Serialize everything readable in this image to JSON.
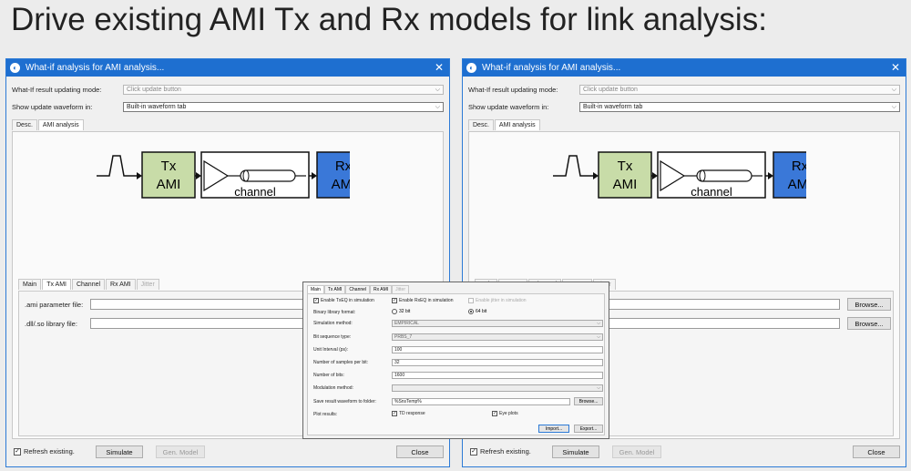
{
  "slide_title": "Drive existing AMI Tx and Rx models for link analysis:",
  "dialog": {
    "title": "What-if analysis for AMI analysis...",
    "mode_label": "What-If result updating mode:",
    "mode_value": "Click update button",
    "show_label": "Show update waveform in:",
    "show_value": "Built-in waveform tab",
    "top_tabs": [
      "Desc.",
      "AMI analysis"
    ],
    "diagram": {
      "tx_line1": "Tx",
      "tx_line2": "AMI",
      "channel": "channel",
      "rx_line1": "Rx",
      "rx_line2": "AMI"
    },
    "inner_tabs": [
      "Main",
      "Tx AMI",
      "Channel",
      "Rx AMI",
      "Jitter"
    ],
    "ami_param_label": ".ami parameter file:",
    "dll_label": ".dll/.so library file:",
    "browse": "Browse...",
    "refresh_label": "Refresh existing.",
    "simulate": "Simulate",
    "gen_model": "Gen. Model",
    "close": "Close"
  },
  "overlay": {
    "tabs": [
      "Main",
      "Tx AMI",
      "Channel",
      "Rx AMI",
      "Jitter"
    ],
    "enable_tx": "Enable TxEQ in simulation",
    "enable_rx": "Enable RxEQ in simulation",
    "enable_jitter": "Enable jitter in simulation",
    "binary_label": "Binary library format:",
    "opt_32": "32 bit",
    "opt_64": "64 bit",
    "sim_method_label": "Simulation method:",
    "sim_method_value": "EMPIRICAL",
    "bit_seq_label": "Bit sequence type:",
    "bit_seq_value": "PRBS_7",
    "ui_label": "Unit Interval (ps):",
    "ui_value": "100",
    "samples_label": "Number of samples per bit:",
    "samples_value": "32",
    "bits_label": "Number of bits:",
    "bits_value": "1600",
    "mod_label": "Modulation method:",
    "mod_value": "",
    "save_label": "Save result waveform to folder:",
    "save_value": "%SnsTemp%",
    "browse": "Browse...",
    "plot_label": "Plot results:",
    "td_label": "TD response",
    "eye_label": "Eye plots",
    "import": "Import...",
    "export": "Export..."
  },
  "colors": {
    "titlebar": "#1e6fd0",
    "tx_fill": "#c8dca8",
    "rx_fill": "#3a78d8"
  }
}
